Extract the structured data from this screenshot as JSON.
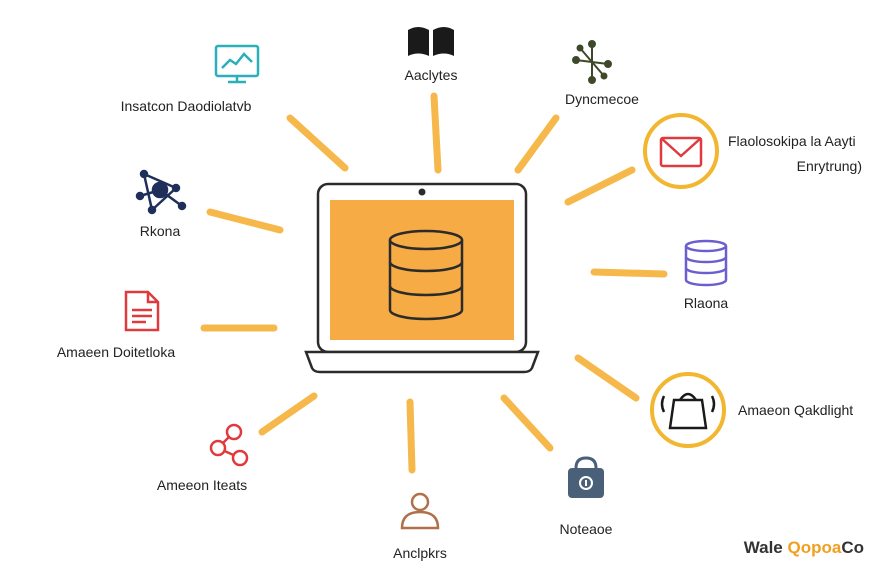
{
  "colors": {
    "spoke": "#f6b84a",
    "screen": "#f7ab45",
    "outline": "#2b2b2b",
    "ring": "#f2b631",
    "teal": "#2ab0b8",
    "navy": "#1f2f5a",
    "red": "#e03a3e",
    "purple": "#6b5fd0",
    "brown": "#b0704a",
    "slate": "#4a6078"
  },
  "nodes": [
    {
      "id": "instance-dashboard",
      "label": "Insatcon Daodiolatvb",
      "icon": "monitor-chart-icon"
    },
    {
      "id": "analytics-top",
      "label": "Aaclytes",
      "icon": "book-icon"
    },
    {
      "id": "dynamics",
      "label": "Dyncmecoe",
      "icon": "network-icon"
    },
    {
      "id": "relationships",
      "label": "Flaolosokipa la Aayti",
      "label2": "Enrytrung)",
      "icon": "envelope-icon"
    },
    {
      "id": "rivona-left",
      "label": "Rkona",
      "icon": "molecule-icon"
    },
    {
      "id": "rivona-right",
      "label": "Rlaona",
      "icon": "database-stack-icon"
    },
    {
      "id": "amazon-details",
      "label": "Amaeen Doitetloka",
      "icon": "document-icon"
    },
    {
      "id": "amazon-quicksight",
      "label": "Amaeon Qakdlight",
      "icon": "bag-icon"
    },
    {
      "id": "amazon-items",
      "label": "Ameeon Iteats",
      "icon": "share-nodes-icon"
    },
    {
      "id": "analytics-bottom",
      "label": "Anclpkrs",
      "icon": "user-icon"
    },
    {
      "id": "notease",
      "label": "Noteaoe",
      "icon": "lock-icon"
    }
  ],
  "watermark": {
    "part1": "Wale ",
    "part2": "Qopoa",
    "part3": "Co"
  }
}
